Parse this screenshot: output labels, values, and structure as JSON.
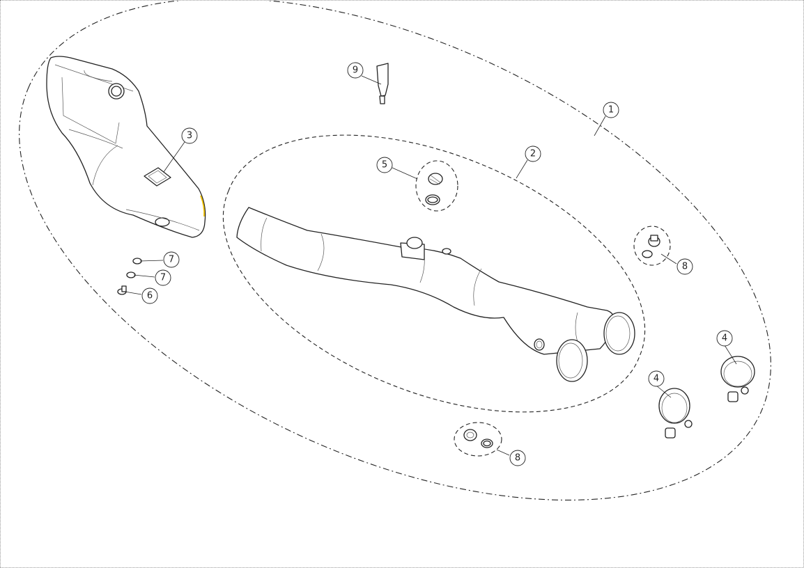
{
  "diagram": {
    "title": "Exhaust system exploded view",
    "callouts": [
      {
        "id": "c1",
        "label": "1"
      },
      {
        "id": "c2",
        "label": "2"
      },
      {
        "id": "c3",
        "label": "3"
      },
      {
        "id": "c4a",
        "label": "4"
      },
      {
        "id": "c4b",
        "label": "4"
      },
      {
        "id": "c5",
        "label": "5"
      },
      {
        "id": "c6",
        "label": "6"
      },
      {
        "id": "c7a",
        "label": "7"
      },
      {
        "id": "c7b",
        "label": "7"
      },
      {
        "id": "c8a",
        "label": "8"
      },
      {
        "id": "c8b",
        "label": "8"
      },
      {
        "id": "c9",
        "label": "9"
      }
    ],
    "highlight_color": "#f2c200",
    "line_color": "#222222"
  }
}
